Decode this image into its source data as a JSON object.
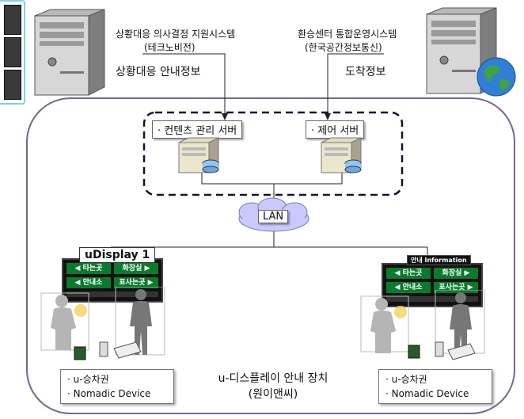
{
  "external": {
    "left_system_line1": "상황대응 의사결정 지원시스템",
    "left_system_line2": "(테크노비전)",
    "left_info": "상황대응 안내정보",
    "right_system_line1": "환승센터 통합운영시스템",
    "right_system_line2": "(한국공간정보통신)",
    "right_info": "도착정보"
  },
  "servers": {
    "content_server": "· 컨텐츠 관리 서버",
    "control_server": "· 제어 서버"
  },
  "network": {
    "lan": "LAN"
  },
  "udisplay": {
    "left_title": "uDisplay 1",
    "right_title": "안내 Information",
    "sign_text_1": "◀ 타는곳",
    "sign_text_2": "화장실 ▶",
    "sign_text_3": "◀ 안내소",
    "sign_text_4": "표사는곳 ▶"
  },
  "legend": {
    "left_line1": "· u-승차권",
    "left_line2": "· Nomadic Device",
    "right_line1": "· u-승차권",
    "right_line2": "· Nomadic Device"
  },
  "caption": {
    "line1": "u-디스플레이 안내 장치",
    "line2": "(원이앤씨)"
  },
  "colors": {
    "frame_border": "#6a6a9a",
    "dashed_border": "#111133",
    "cloud_fill": "#c9c9ff",
    "sign_green": "#0a7a2c",
    "rack_border": "#7fd3e6"
  }
}
